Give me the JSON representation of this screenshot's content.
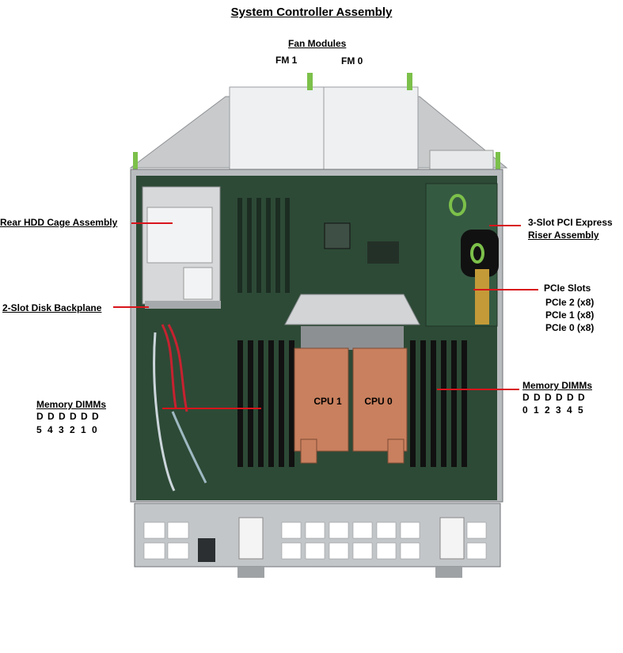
{
  "title": "System Controller Assembly",
  "fan_modules": {
    "heading": "Fan Modules",
    "fm1": "FM 1",
    "fm0": "FM 0"
  },
  "left_labels": {
    "rear_hdd": "Rear HDD Cage Assembly",
    "disk_backplane": "2-Slot Disk Backplane",
    "memory_heading": "Memory DIMMs",
    "dimm_letters": [
      "D",
      "D",
      "D",
      "D",
      "D",
      "D"
    ],
    "dimm_numbers": [
      "5",
      "4",
      "3",
      "2",
      "1",
      "0"
    ]
  },
  "right_labels": {
    "riser_line1": "3-Slot PCI Express",
    "riser_line2": "Riser Assembly",
    "pcie_heading": "PCIe Slots",
    "pcie_slots": [
      "PCIe 2 (x8)",
      "PCIe 1 (x8)",
      "PCIe 0 (x8)"
    ],
    "memory_heading": "Memory DIMMs",
    "dimm_letters": [
      "D",
      "D",
      "D",
      "D",
      "D",
      "D"
    ],
    "dimm_numbers": [
      "0",
      "1",
      "2",
      "3",
      "4",
      "5"
    ]
  },
  "cpus": {
    "cpu1": "CPU 1",
    "cpu0": "CPU 0"
  },
  "colors": {
    "leader": "#d8141b",
    "pcb": "#2d4a36",
    "copper": "#c9805e",
    "chassis": "#b9bcbf"
  }
}
